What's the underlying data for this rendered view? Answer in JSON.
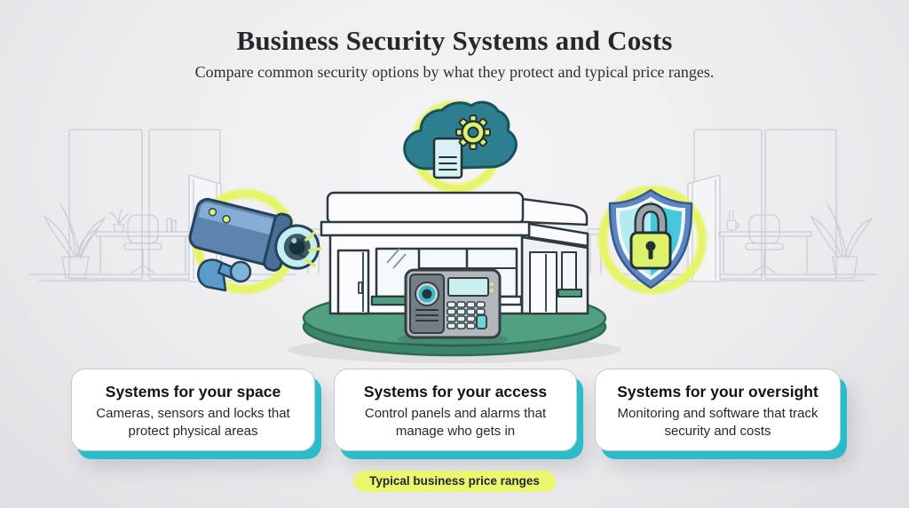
{
  "header": {
    "title": "Business Security Systems and Costs",
    "subtitle": "Compare common security options by what they protect and typical price ranges."
  },
  "scene": {
    "illustration": "storefront-on-green-platform-with-control-panel",
    "icons": {
      "left": "security-camera-icon",
      "top": "cloud-settings-icon",
      "right": "shield-lock-icon"
    }
  },
  "cards": [
    {
      "title": "Systems for your space",
      "description": "Cameras, sensors and locks that protect physical areas"
    },
    {
      "title": "Systems for your access",
      "description": "Control panels and alarms that manage who gets in"
    },
    {
      "title": "Systems for your oversight",
      "description": "Monitoring and software that track security and costs"
    }
  ],
  "badge": {
    "label": "Typical business price ranges"
  },
  "colors": {
    "card_shadow_teal": "#2abdc9",
    "highlight_ring_yellow": "#e6f468",
    "badge_yellow": "#e9f66e",
    "platform_green": "#4f9f7f",
    "cloud_teal": "#2d7f8f",
    "camera_blue": "#5d84ad",
    "shield_cyan": "#47c7db",
    "lock_yellow": "#ddf26a"
  }
}
